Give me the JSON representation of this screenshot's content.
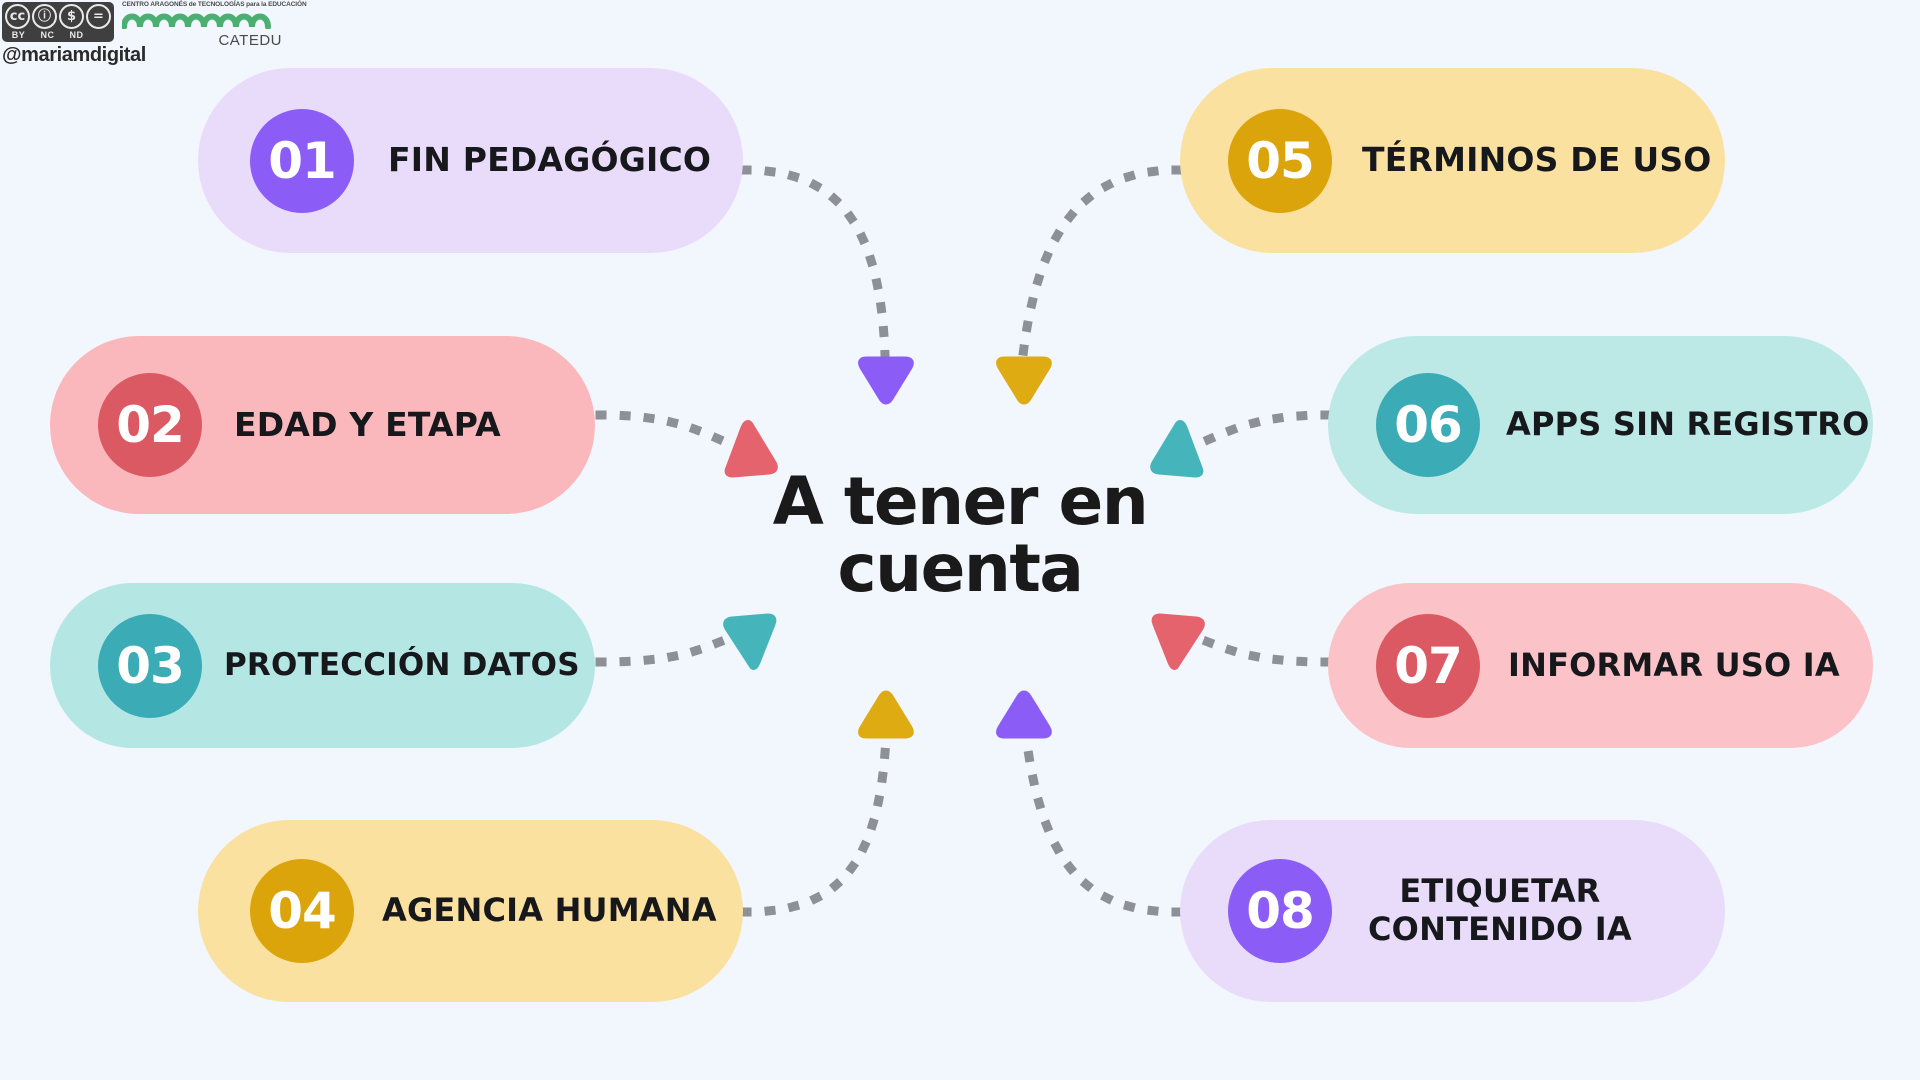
{
  "background_color": "#F2F6FD",
  "attribution": {
    "license": {
      "name": "cc-by-nc-nd-badge",
      "marks": [
        "cc",
        "BY",
        "NC",
        "ND"
      ],
      "glyphs": [
        "cc",
        "ⓘ",
        "$",
        "="
      ],
      "badge_color": "#3F3F3F"
    },
    "organization": {
      "top_line_parts": [
        "CENTRO ARAGONÉS",
        "de",
        "TECNOLOGÍAS",
        "para la",
        "EDUCACIÓN"
      ],
      "top_line": "CENTRO ARAGONÉS de TECNOLOGÍAS para la EDUCACIÓN",
      "name": "CATEDU",
      "wave_color": "#4CAF72"
    },
    "handle": "@mariamdigital"
  },
  "center": {
    "title_line1": "A tener en",
    "title_line2": "cuenta",
    "color": "#1A1A1A"
  },
  "palette": {
    "purple_pill": "#E6DAFA",
    "purple_circle": "#8B5CF6",
    "pink_pill": "#FBB8BC",
    "pink_circle": "#DB5963",
    "teal_pill": "#B4E7E4",
    "teal_circle": "#3BACB6",
    "yellow_pill": "#FBE1A0",
    "yellow_circle": "#DCA40B",
    "pink_pill_light": "#FBC3C7",
    "purple_pill_light": "#E6DAFA",
    "teal_pill_light": "#BCE8E5",
    "yellow_pill_light": "#FBE1A0",
    "connector_gray": "#8D9097"
  },
  "cards": [
    {
      "number": "01",
      "label": "FIN PEDAGÓGICO",
      "side": "left",
      "pill_color": "#E9DCFB",
      "circle_color": "#8B5CF6",
      "arrow_color": "#8B5CF6"
    },
    {
      "number": "02",
      "label": "EDAD Y ETAPA",
      "side": "left",
      "pill_color": "#FBB8BC",
      "circle_color": "#DB5963",
      "arrow_color": "#E4636C"
    },
    {
      "number": "03",
      "label": "PROTECCIÓN DATOS",
      "side": "left",
      "pill_color": "#B4E7E4",
      "circle_color": "#3BACB6",
      "arrow_color": "#46B5BB"
    },
    {
      "number": "04",
      "label": "AGENCIA HUMANA",
      "side": "left",
      "pill_color": "#FBE1A0",
      "circle_color": "#DCA40B",
      "arrow_color": "#DFAB12"
    },
    {
      "number": "05",
      "label": "TÉRMINOS DE USO",
      "side": "right",
      "pill_color": "#FBE1A0",
      "circle_color": "#DCA40B",
      "arrow_color": "#DFAB12"
    },
    {
      "number": "06",
      "label": "APPS SIN REGISTRO",
      "side": "right",
      "pill_color": "#BCE8E5",
      "circle_color": "#3BACB6",
      "arrow_color": "#46B5BB"
    },
    {
      "number": "07",
      "label": "INFORMAR USO IA",
      "side": "right",
      "pill_color": "#FBC3C7",
      "circle_color": "#DB5963",
      "arrow_color": "#E4636C"
    },
    {
      "number": "08",
      "label_line1": "ETIQUETAR",
      "label_line2": "CONTENIDO IA",
      "label": "ETIQUETAR CONTENIDO IA",
      "side": "right",
      "pill_color": "#E9DCFB",
      "circle_color": "#8B5CF6",
      "arrow_color": "#8B5CF6"
    }
  ]
}
